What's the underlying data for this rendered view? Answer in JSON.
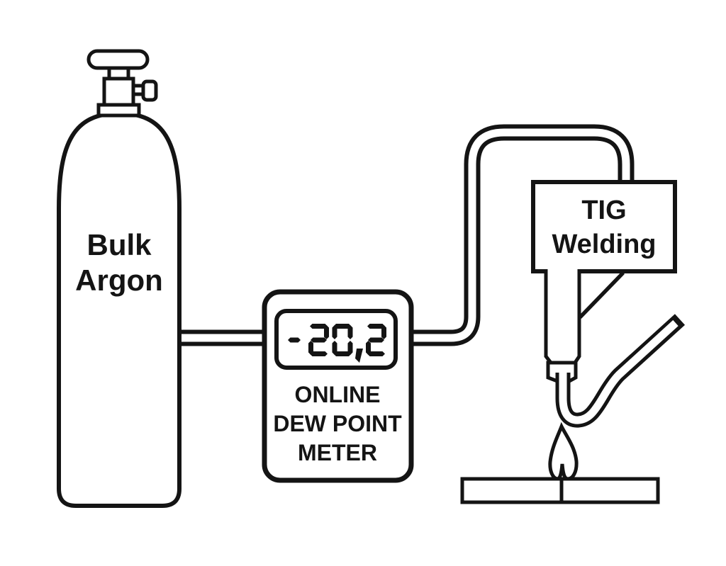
{
  "diagram": {
    "colors": {
      "line": "#141414",
      "background": "#ffffff"
    },
    "cylinder": {
      "label_line1": "Bulk",
      "label_line2": "Argon"
    },
    "meter": {
      "display_value": "-20,2",
      "label_line1": "ONLINE",
      "label_line2": "DEW POINT",
      "label_line3": "METER"
    },
    "welder": {
      "label_line1": "TIG",
      "label_line2": "Welding"
    }
  }
}
